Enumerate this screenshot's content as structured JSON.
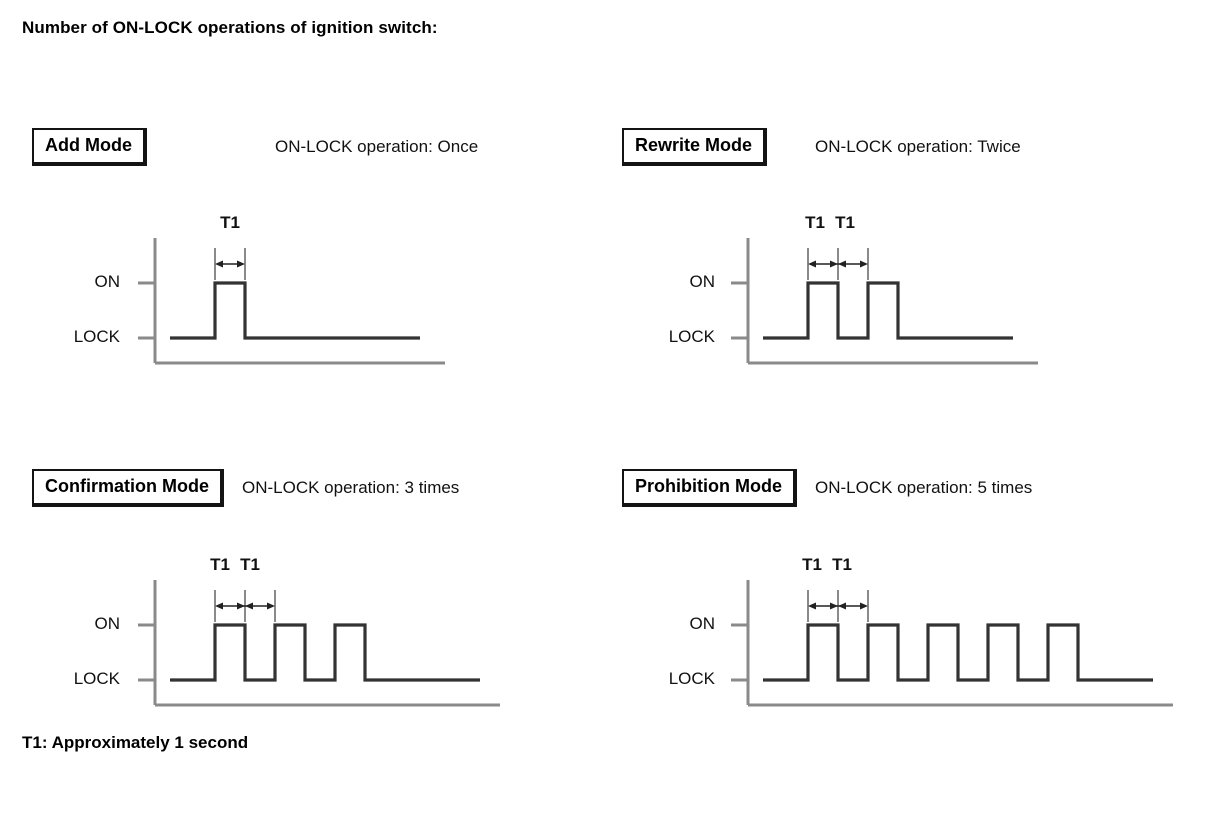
{
  "title": "Number of ON-LOCK operations of ignition switch:",
  "footnote": "T1: Approximately 1 second",
  "labels": {
    "on": "ON",
    "lock": "LOCK",
    "t1": "T1"
  },
  "colors": {
    "trace": "#333333",
    "axis": "#8a8a8a",
    "box_border": "#141414",
    "text": "#111111"
  },
  "panels": [
    {
      "mode": "Add Mode",
      "operation": "ON-LOCK operation: Once",
      "pulses": 1,
      "t1_markers": 1
    },
    {
      "mode": "Rewrite Mode",
      "operation": "ON-LOCK operation: Twice",
      "pulses": 2,
      "t1_markers": 2
    },
    {
      "mode": "Confirmation Mode",
      "operation": "ON-LOCK operation: 3 times",
      "pulses": 3,
      "t1_markers": 2
    },
    {
      "mode": "Prohibition Mode",
      "operation": "ON-LOCK operation: 5 times",
      "pulses": 5,
      "t1_markers": 2
    }
  ],
  "chart_data": {
    "type": "line",
    "title": "Number of ON-LOCK operations of ignition switch",
    "ylabel": "",
    "xlabel": "",
    "levels": [
      "LOCK",
      "ON"
    ],
    "annotation": "T1: Approximately 1 second",
    "series": [
      {
        "name": "Add Mode",
        "operation_count": 1,
        "pulse_width_T1": 1,
        "gap_width_T1": 1,
        "waveform": [
          0,
          1,
          0
        ]
      },
      {
        "name": "Rewrite Mode",
        "operation_count": 2,
        "pulse_width_T1": 1,
        "gap_width_T1": 1,
        "waveform": [
          0,
          1,
          0,
          1,
          0
        ]
      },
      {
        "name": "Confirmation Mode",
        "operation_count": 3,
        "pulse_width_T1": 1,
        "gap_width_T1": 1,
        "waveform": [
          0,
          1,
          0,
          1,
          0,
          1,
          0
        ]
      },
      {
        "name": "Prohibition Mode",
        "operation_count": 5,
        "pulse_width_T1": 1,
        "gap_width_T1": 1,
        "waveform": [
          0,
          1,
          0,
          1,
          0,
          1,
          0,
          1,
          0,
          1,
          0
        ]
      }
    ]
  }
}
